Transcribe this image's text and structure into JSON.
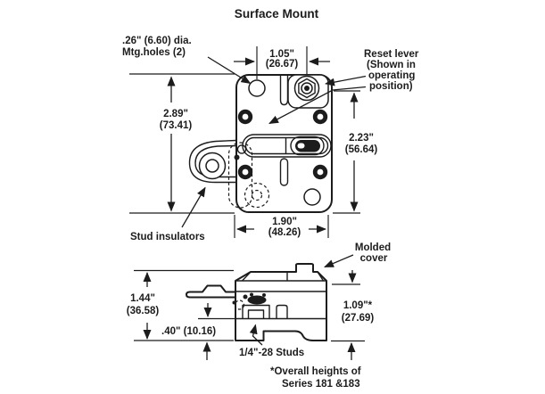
{
  "title": "Surface Mount",
  "colors": {
    "ink": "#1c1c1c",
    "background": "#ffffff"
  },
  "labels": {
    "mtg_holes": {
      "line1": ".26\" (6.60) dia.",
      "line2": "Mtg.holes (2)"
    },
    "reset_lever": {
      "line1": "Reset lever",
      "line2": "(Shown in",
      "line3": "operating",
      "line4": "position)"
    },
    "stud_insulators": "Stud insulators",
    "molded_cover": {
      "line1": "Molded",
      "line2": "cover"
    },
    "studs": "1/4\"-28 Studs",
    "footnote": {
      "line1": "*Overall heights of",
      "line2": "Series 181 &183"
    }
  },
  "dimensions": {
    "hole_spacing": {
      "inches": "1.05\"",
      "mm": "(26.67)"
    },
    "body_height": {
      "inches": "2.89\"",
      "mm": "(73.41)"
    },
    "lever_height": {
      "inches": "2.23\"",
      "mm": "(56.64)"
    },
    "body_width": {
      "inches": "1.90\"",
      "mm": "(48.26)"
    },
    "side_height": {
      "inches": "1.44\"",
      "mm": "(36.58)"
    },
    "stud_height": {
      "inches": ".40\" (10.16)"
    },
    "cover_height": {
      "inches": "1.09\"*",
      "mm": "(27.69)"
    }
  }
}
